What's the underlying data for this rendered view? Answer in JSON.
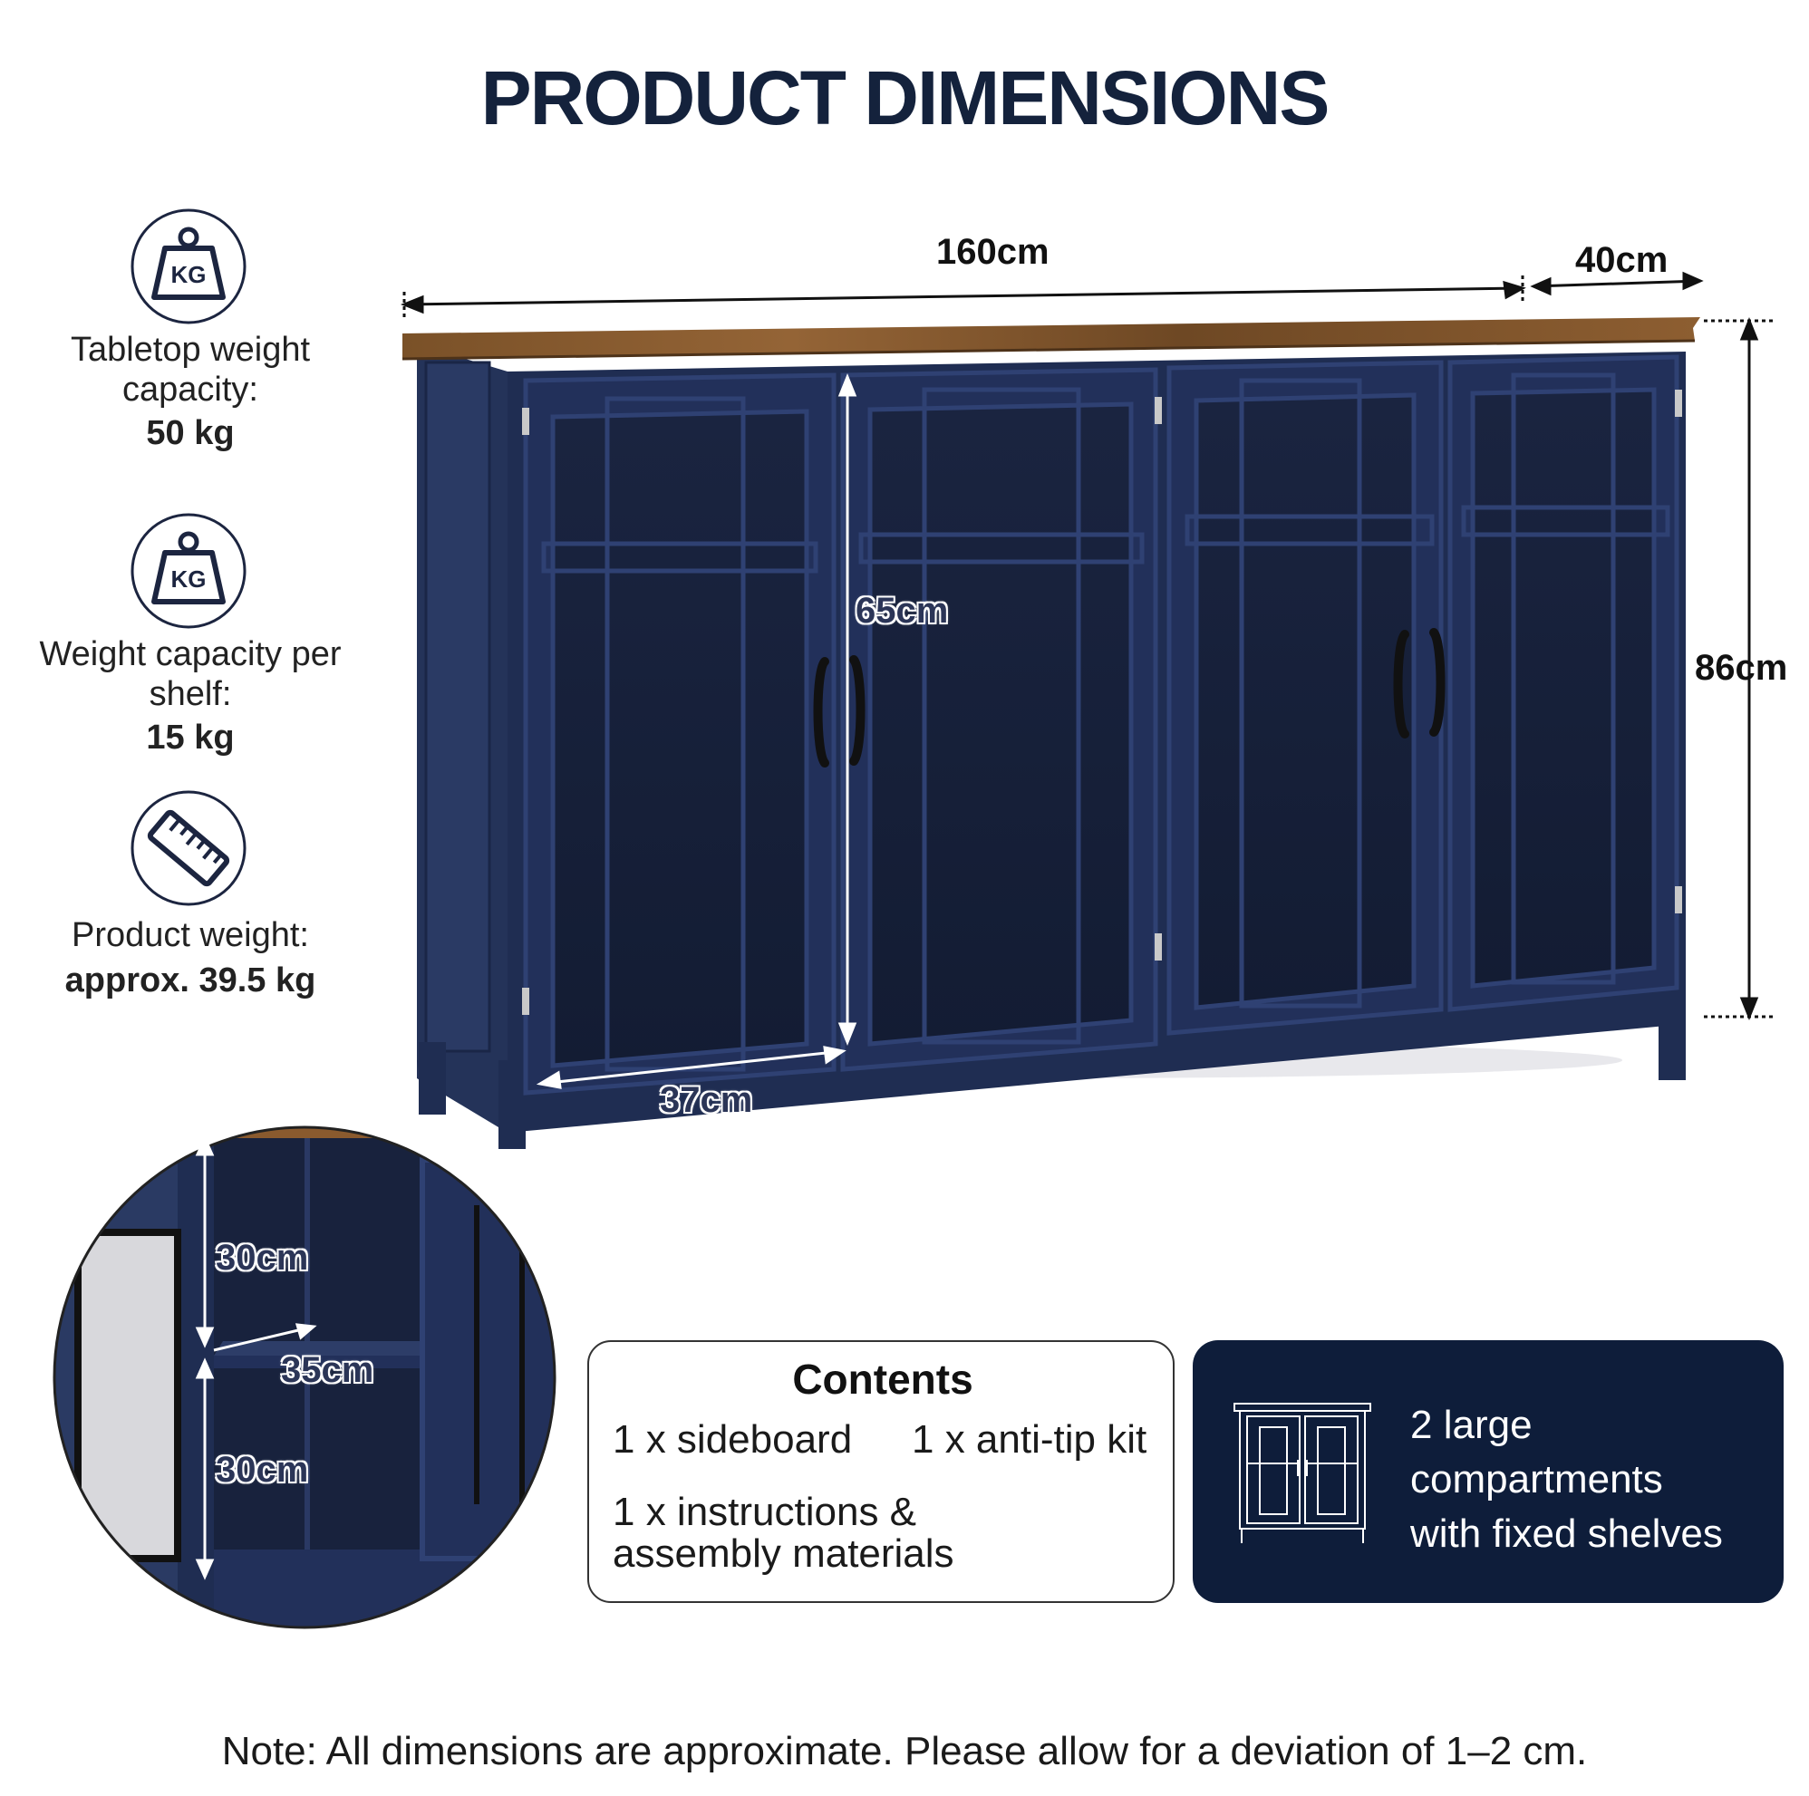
{
  "title": "PRODUCT DIMENSIONS",
  "specs": [
    {
      "icon": "weight-kg-icon",
      "icon_text": "KG",
      "label": "Tabletop weight capacity:",
      "value": "50 kg"
    },
    {
      "icon": "weight-kg-icon",
      "icon_text": "KG",
      "label": "Weight capacity per shelf:",
      "value": "15 kg"
    },
    {
      "icon": "ruler-icon",
      "label": "Product weight:",
      "value": "approx. 39.5 kg"
    }
  ],
  "dimensions": {
    "width": "160cm",
    "depth": "40cm",
    "height": "86cm",
    "door_height": "65cm",
    "door_width": "37cm"
  },
  "detail": {
    "shelf_top": "30cm",
    "shelf_depth": "35cm",
    "shelf_bottom": "30cm"
  },
  "contents": {
    "title": "Contents",
    "items": [
      "1 x sideboard",
      "1 x anti-tip kit",
      "1 x instructions &",
      "assembly materials"
    ]
  },
  "compartments": {
    "icon": "cabinet-outline-icon",
    "lines": [
      "2 large",
      "compartments",
      "with fixed shelves"
    ]
  },
  "note": "Note: All dimensions are approximate. Please allow for a deviation of 1–2 cm.",
  "colors": {
    "navy": "#1f2d52",
    "dark_navy": "#0e1d3a",
    "wood": "#8a5a2e",
    "title": "#14223c"
  }
}
